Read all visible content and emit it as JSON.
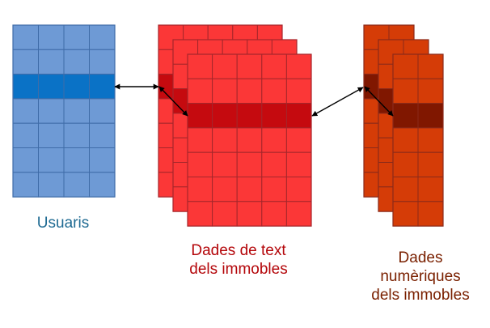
{
  "colors": {
    "users_fill": "#6e9ad5",
    "users_highlight": "#0a72c6",
    "users_line": "#3f6ca8",
    "users_label": "#1e6a92",
    "text_fill": "#fb3737",
    "text_highlight": "#c50a0f",
    "text_line": "#a5262b",
    "text_label": "#b4060a",
    "num_fill": "#d53c07",
    "num_highlight": "#801700",
    "num_line": "#8a2a1a",
    "num_label": "#7a2000",
    "arrow": "#000000"
  },
  "labels": {
    "users": "Usuaris",
    "text_data": "Dades de text\ndels immobles",
    "numeric_data": "Dades\nnumèriques\ndels immobles"
  },
  "grids": {
    "users": {
      "rows": 7,
      "cols": 4,
      "highlight_row": 2
    },
    "text_data": {
      "rows": 7,
      "cols": 5,
      "highlight_row": 2
    },
    "numeric_data": {
      "rows": 7,
      "cols": 2,
      "highlight_row": 2
    }
  }
}
